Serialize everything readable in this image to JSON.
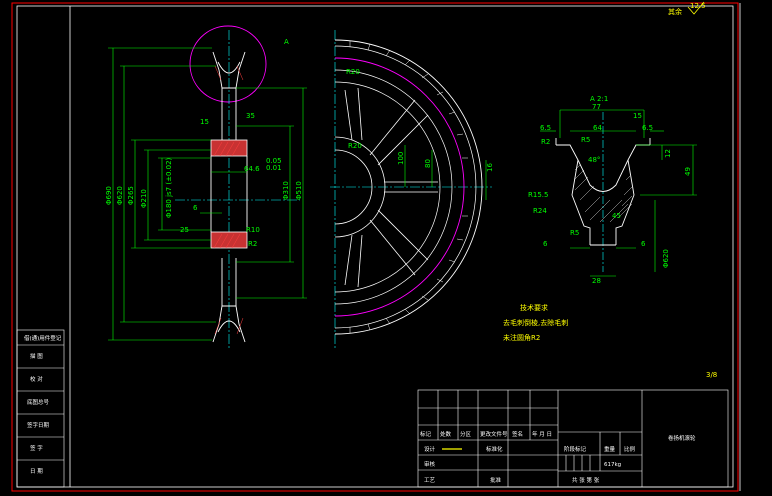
{
  "corner": {
    "roughness_label": "其余",
    "roughness_value": "12.5"
  },
  "left_view": {
    "section_label": "A",
    "dims": {
      "d690": "Φ690",
      "d620": "Φ620",
      "d265": "Φ265",
      "d210": "Φ210",
      "d180": "Φ180 js7 (±0.02)",
      "d310": "Φ310",
      "d510": "Φ510",
      "w64_6": "64.6",
      "tol_up": "0.05",
      "tol_dn": "0.01",
      "n6": "6",
      "n25": "25",
      "r10": "R10",
      "r2": "R2",
      "n15": "15",
      "n35": "35"
    }
  },
  "front_view": {
    "dims": {
      "r20a": "R20",
      "r20b": "R20",
      "n100": "100",
      "n80": "80",
      "n16": "16"
    }
  },
  "detail_view": {
    "title": "A 2:1",
    "dims": {
      "n77": "77",
      "n15": "15",
      "n64": "64",
      "n6_5a": "6.5",
      "n6_5b": "6.5",
      "r2": "R2",
      "r5a": "R5",
      "ang": "48°",
      "n12": "12",
      "n49": "49",
      "r15_5": "R15.5",
      "r24": "R24",
      "r5b": "R5",
      "n6a": "6",
      "n6b": "6",
      "n28": "28",
      "d620": "Φ620",
      "n45": "45"
    }
  },
  "tech_req": {
    "title": "技术要求",
    "line1": "去毛刺倒棱,去除毛刺",
    "line2": "未注圆角R2"
  },
  "scale_mark": "3/8",
  "side_labels": [
    "借(通)用件登记",
    "描  图",
    "校  对",
    "底图总号",
    "签字日期",
    "签  字",
    "日  期"
  ],
  "title_block": {
    "part_name": "卷扬机滚轮",
    "row_labels": [
      "标记",
      "处数",
      "分区",
      "更改文件号",
      "签名",
      "年 月 日"
    ],
    "design": "设计",
    "standardize": "标准化",
    "stage": "阶段标记",
    "weight_label": "重量",
    "scale_label": "比例",
    "weight": "617kg",
    "review": "审核",
    "craft": "工艺",
    "approve": "批准",
    "sheets": "共  张  第  张"
  }
}
